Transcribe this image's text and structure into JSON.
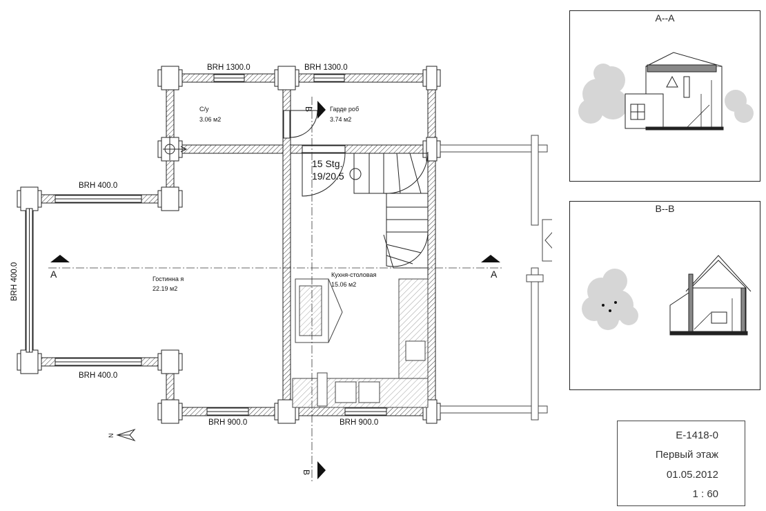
{
  "windows": {
    "top_left": "BRH 1300.0",
    "top_right": "BRH 1300.0",
    "left_top": "BRH 400.0",
    "left_bottom": "BRH 400.0",
    "left_side": "BRH 400.0",
    "bottom_left": "BRH 900.0",
    "bottom_right": "BRH 900.0"
  },
  "rooms": {
    "bathroom": {
      "name": "С/у",
      "area": "3.06 м2"
    },
    "wardrobe": {
      "name": "Гарде роб",
      "area": "3.74 м2"
    },
    "living": {
      "name": "Гостинна я",
      "area": "22.19 м2"
    },
    "kitchen": {
      "name": "Кухня-столовая",
      "area": "15.06 м2"
    }
  },
  "stairs": {
    "line1": "15 Stg.",
    "line2": "19/20.5"
  },
  "section_markers": {
    "aa_left": "A",
    "aa_right": "A",
    "bb_top": "B",
    "bb_bottom": "B"
  },
  "compass": {
    "letter": "N"
  },
  "sections": {
    "aa_title": "A--A",
    "bb_title": "B--B"
  },
  "title_block": {
    "code": "E-1418-0",
    "floor": "Первый этаж",
    "date": "01.05.2012",
    "scale": "1 : 60"
  }
}
